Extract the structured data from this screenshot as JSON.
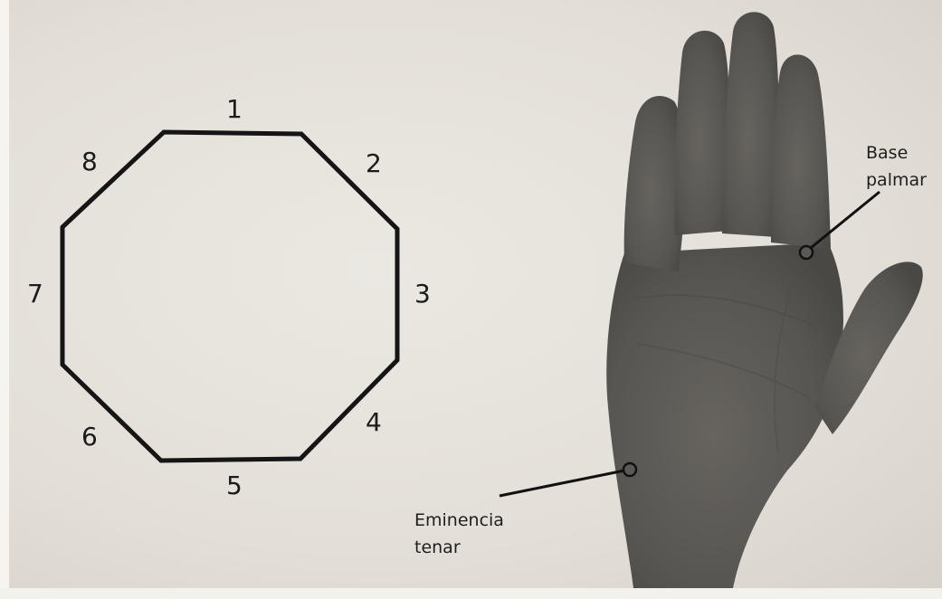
{
  "octagon": {
    "edge_labels": [
      "1",
      "2",
      "3",
      "4",
      "5",
      "6",
      "7",
      "8"
    ]
  },
  "hand": {
    "callouts": [
      {
        "line1": "Base",
        "line2": "palmar"
      },
      {
        "line1": "Eminencia",
        "line2": "tenar"
      }
    ]
  },
  "colors": {
    "ink": "#151515",
    "skin": "#5b5957",
    "paper": "#e5e2dc"
  }
}
